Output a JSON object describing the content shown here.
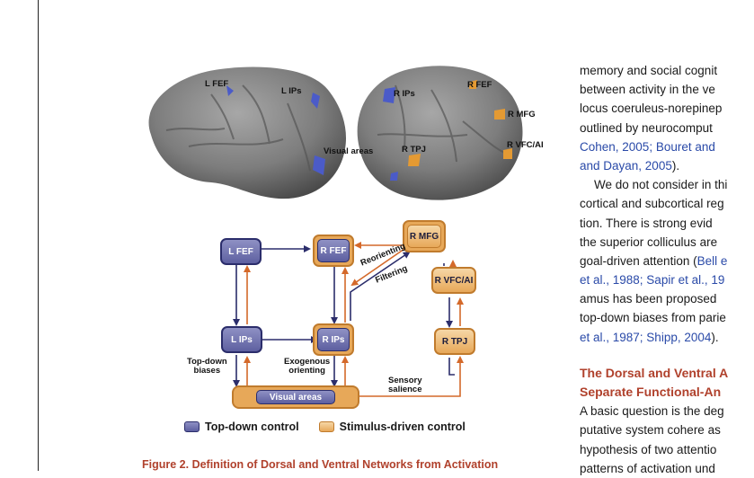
{
  "brain_labels": {
    "l_fef": "L FEF",
    "l_ips": "L IPs",
    "r_ips": "R IPs",
    "r_fef": "R FEF",
    "r_mfg": "R MFG",
    "r_tpj": "R TPJ",
    "r_vfc_ai": "R VFC/AI",
    "visual_areas": "Visual areas"
  },
  "nodes": {
    "l_fef": "L FEF",
    "r_fef": "R FEF",
    "r_mfg": "R MFG",
    "r_vfc_ai": "R VFC/AI",
    "l_ips": "L IPs",
    "r_ips": "R IPs",
    "r_tpj": "R TPJ",
    "visual_areas": "Visual areas"
  },
  "edge_labels": {
    "reorienting": "Reorienting",
    "filtering": "Filtering",
    "top_down_1": "Top-down",
    "top_down_2": "biases",
    "exogenous_1": "Exogenous",
    "exogenous_2": "orienting",
    "sensory_1": "Sensory",
    "sensory_2": "salience"
  },
  "legend": {
    "top_down": "Top-down control",
    "stimulus": "Stimulus-driven control"
  },
  "colors": {
    "top_down_fill": "#6f71b0",
    "top_down_border": "#2b2d6b",
    "stimulus_fill": "#e7a859",
    "stimulus_border": "#c07b2d",
    "arrow_blue": "#2b2d6b",
    "arrow_orange": "#d4692a",
    "accent_red": "#b0412c",
    "link_blue": "#2a4aa8"
  },
  "caption": "Figure 2. Definition of Dorsal and Ventral Networks from Activation",
  "right_column": {
    "p1": [
      {
        "t": "memory and social cognit",
        "cite": ""
      },
      {
        "t": "between activity in the ve",
        "cite": ""
      },
      {
        "t": "locus coeruleus-norepinep",
        "cite": ""
      },
      {
        "t": "outlined by neurocomput",
        "cite": ""
      },
      {
        "t": "",
        "cite": "Cohen, 2005; Bouret and"
      },
      {
        "t": "",
        "cite": "and Dayan, 2005",
        "after": ")."
      }
    ],
    "p2": [
      {
        "t": "We do not consider in thi",
        "cite": ""
      },
      {
        "t": "cortical and subcortical reg",
        "cite": ""
      },
      {
        "t": "tion. There is strong evid",
        "cite": ""
      },
      {
        "t": "the superior colliculus are",
        "cite": ""
      },
      {
        "t": "goal-driven attention (",
        "cite": "Bell e"
      },
      {
        "t": "",
        "cite": "et al., 1988; Sapir et al., 19"
      },
      {
        "t": "amus has been proposed",
        "cite": ""
      },
      {
        "t": "top-down biases from parie",
        "cite": ""
      },
      {
        "t": "",
        "cite": "et al., 1987; Shipp, 2004",
        "after": ")."
      }
    ],
    "heading_1": "The Dorsal and Ventral A",
    "heading_2": "Separate Functional-An",
    "p3": [
      "A basic question is the deg",
      "putative system cohere as",
      "hypothesis of two attentio",
      "patterns of activation und"
    ]
  }
}
